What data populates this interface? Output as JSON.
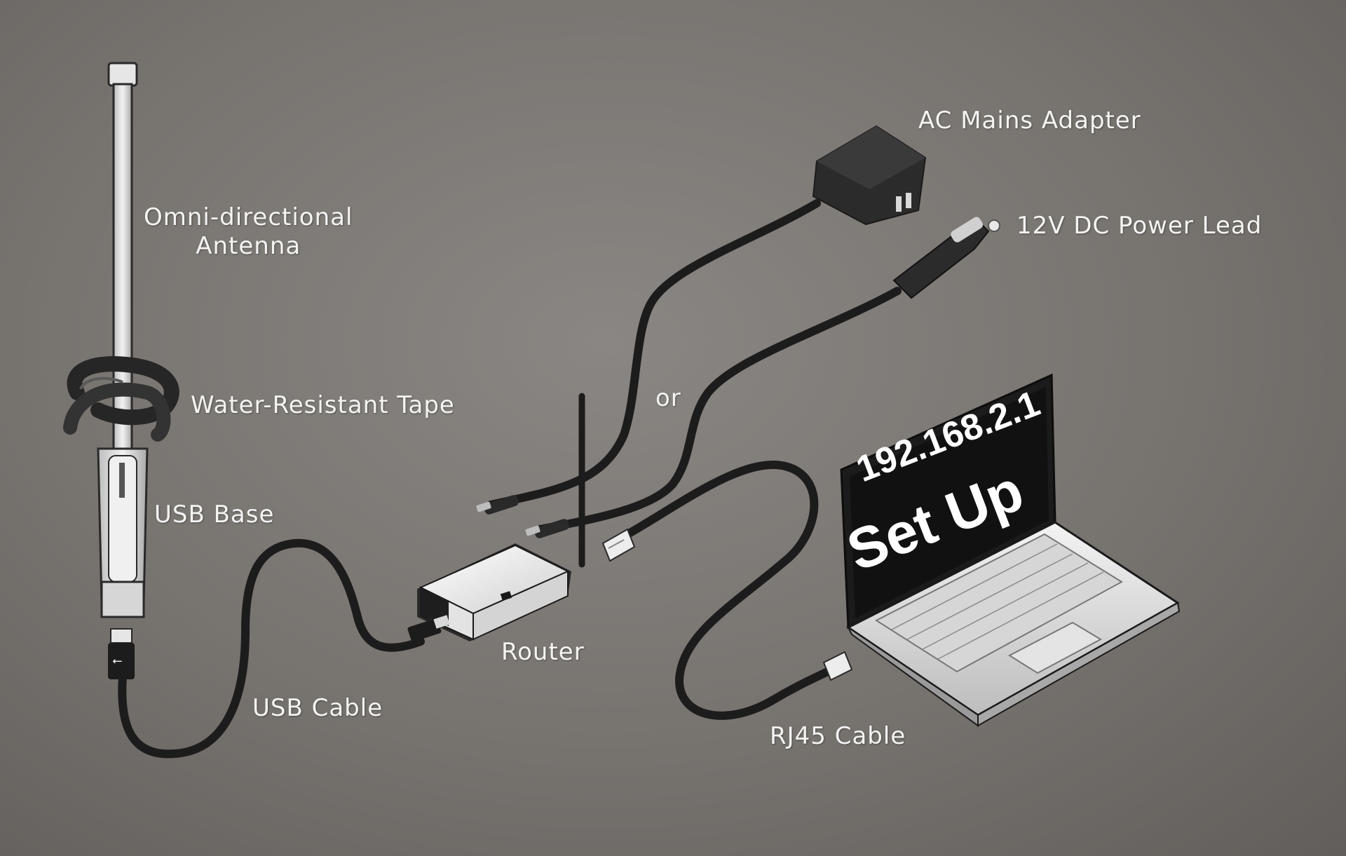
{
  "labels": {
    "antenna_line1": "Omni-directional",
    "antenna_line2": "Antenna",
    "tape": "Water-Resistant Tape",
    "usb_base": "USB Base",
    "usb_cable": "USB Cable",
    "router": "Router",
    "or": "or",
    "ac_adapter": "AC Mains Adapter",
    "dc_lead": "12V DC Power Lead",
    "rj45": "RJ45 Cable"
  },
  "laptop_screen": {
    "ip": "192.168.2.1",
    "setup": "Set Up"
  },
  "colors": {
    "background": "#7d7976",
    "cable": "#1c1c1c",
    "device_dark": "#2a2a2a",
    "device_light": "#e8e8e8",
    "label_text": "#f4f4f2"
  }
}
